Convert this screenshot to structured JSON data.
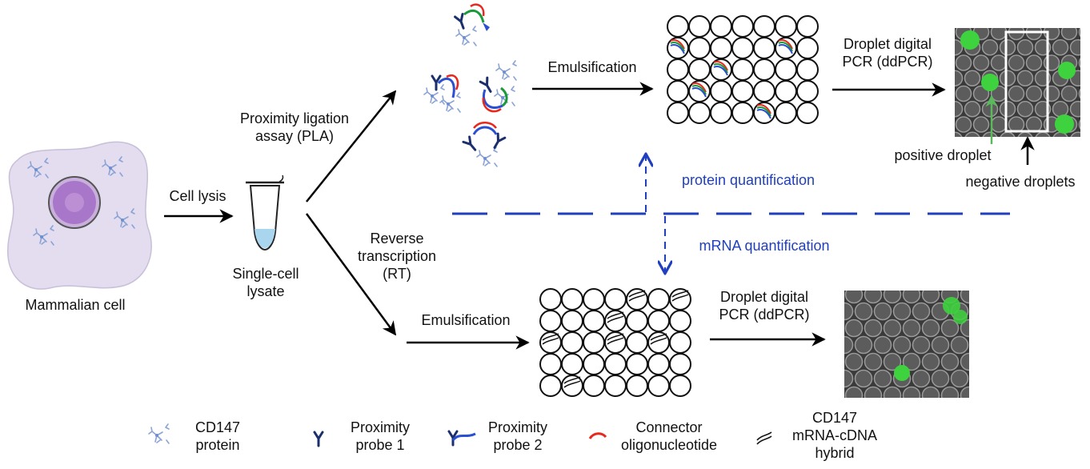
{
  "cell": {
    "label": "Mammalian cell"
  },
  "steps": {
    "lysis": "Cell lysis",
    "lysate": [
      "Single-cell",
      "lysate"
    ],
    "pla": [
      "Proximity ligation",
      "assay (PLA)"
    ],
    "rt": [
      "Reverse",
      "transcription",
      "(RT)"
    ],
    "emulsification_top": "Emulsification",
    "emulsification_bottom": "Emulsification",
    "ddpcr_top": [
      "Droplet digital",
      "PCR (ddPCR)"
    ],
    "ddpcr_bottom": [
      "Droplet digital",
      "PCR (ddPCR)"
    ]
  },
  "annotations": {
    "positive": "positive droplet",
    "negative": "negative droplets",
    "protein_quant": "protein quantification",
    "mrna_quant": "mRNA quantification"
  },
  "legend": [
    {
      "icon": "cd147-protein-icon",
      "label": [
        "CD147",
        "protein"
      ]
    },
    {
      "icon": "proximity-probe-1-icon",
      "label": [
        "Proximity",
        "probe 1"
      ]
    },
    {
      "icon": "proximity-probe-2-icon",
      "label": [
        "Proximity",
        "probe 2"
      ]
    },
    {
      "icon": "connector-oligonucleotide-icon",
      "label": [
        "Connector",
        "oligonucleotide"
      ]
    },
    {
      "icon": "mrna-cdna-hybrid-icon",
      "label": [
        "CD147",
        "mRNA-cDNA",
        "hybrid"
      ]
    }
  ],
  "colors": {
    "cell_fill": "#e4dcef",
    "nucleus": "#a05cc0",
    "probe1": "#1a2f6b",
    "probe2": "#2a4fd0",
    "connector": "#e8281e",
    "green_strand": "#1a9a3a",
    "divider": "#1f3fbf",
    "positive_droplet": "#3ed23e"
  }
}
